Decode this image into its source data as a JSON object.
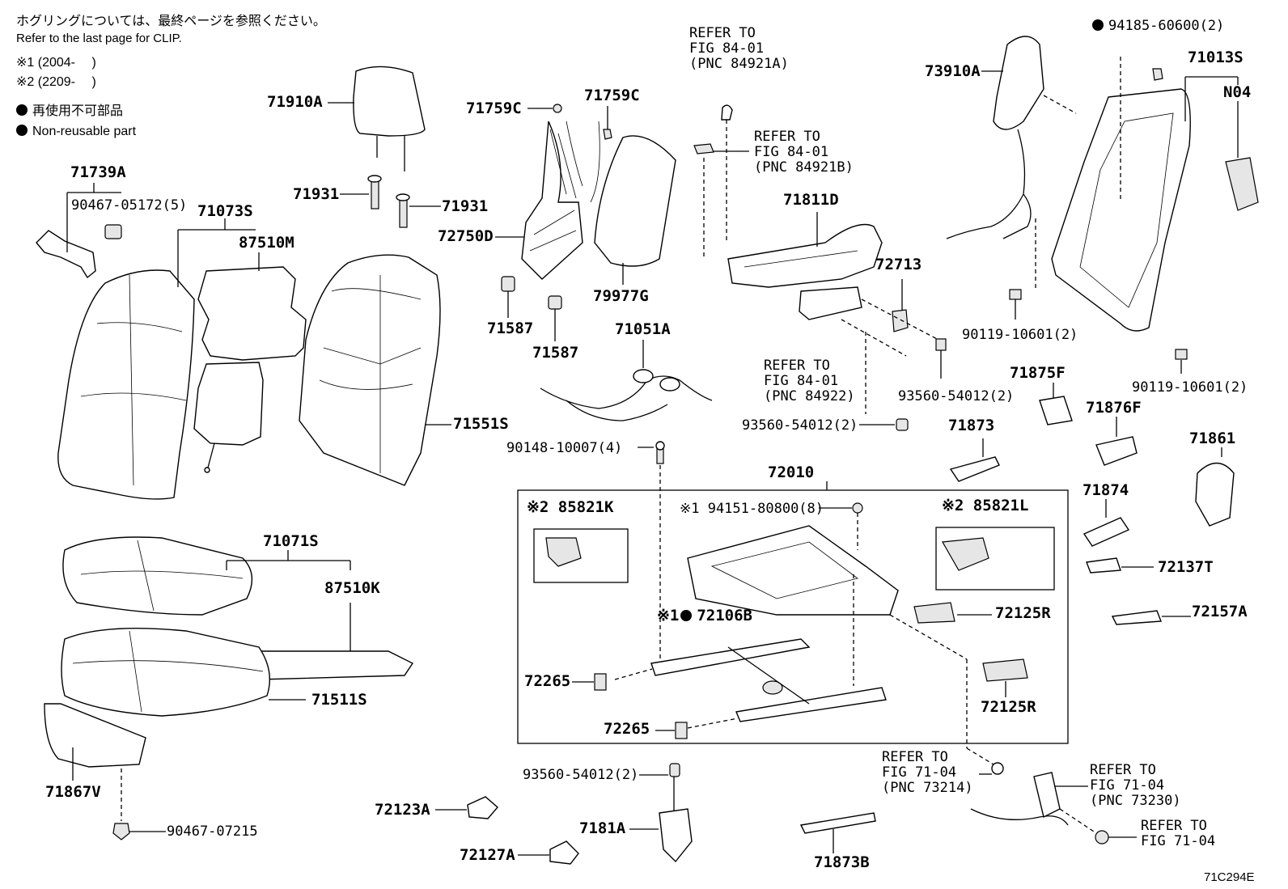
{
  "notes": {
    "clip_ja": "ホグリングについては、最終ページを参照ください。",
    "clip_en": "Refer to the last page for CLIP.",
    "period1": "※1 (2004-　 )",
    "period2": "※2 (2209-　 )",
    "nonreusable_ja": "再使用不可部品",
    "nonreusable_en": "Non-reusable part"
  },
  "diagram_id": "71C294E",
  "labels": {
    "p71910A": "71910A",
    "p71931a": "71931",
    "p71931b": "71931",
    "p71739A": "71739A",
    "p90467_05172": "90467-05172(5)",
    "p71073S": "71073S",
    "p87510M": "87510M",
    "p71551S": "71551S",
    "p71759C_a": "71759C",
    "p71759C_b": "71759C",
    "p72750D": "72750D",
    "p79977G": "79977G",
    "p71587a": "71587",
    "p71587b": "71587",
    "p71051A": "71051A",
    "p90148_10007": "90148-10007(4)",
    "ref1_l1": "REFER TO",
    "ref1_l2": "FIG 84-01",
    "ref1_l3": "(PNC 84921A)",
    "ref2_l1": "REFER TO",
    "ref2_l2": "FIG 84-01",
    "ref2_l3": "(PNC 84921B)",
    "p71811D": "71811D",
    "p72713": "72713",
    "ref3_l1": "REFER TO",
    "ref3_l2": "FIG 84-01",
    "ref3_l3": "(PNC 84922)",
    "p93560_54012a": "93560-54012(2)",
    "p93560_54012b": "93560-54012(2)",
    "p73910A": "73910A",
    "p94185_60600": "94185-60600(2)",
    "p71013S": "71013S",
    "pN04": "N04",
    "p90119_10601a": "90119-10601(2)",
    "p90119_10601b": "90119-10601(2)",
    "p71875F": "71875F",
    "p71873": "71873",
    "p71876F": "71876F",
    "p71861": "71861",
    "p71874": "71874",
    "p72137T": "72137T",
    "p72157A": "72157A",
    "p72010": "72010",
    "p85821K": "※2 85821K",
    "p94151_80800": "※1 94151-80800(8)",
    "p85821L": "※2 85821L",
    "p72106B_mark": "※1",
    "p72106B": "72106B",
    "p72125R_a": "72125R",
    "p72125R_b": "72125R",
    "p72265a": "72265",
    "p72265b": "72265",
    "p71071S": "71071S",
    "p87510K": "87510K",
    "p71511S": "71511S",
    "p71867V": "71867V",
    "p90467_07215": "90467-07215",
    "p93560_54012c": "93560-54012(2)",
    "p72123A": "72123A",
    "p7181A": "7181A",
    "p72127A": "72127A",
    "p71873B": "71873B",
    "ref4_l1": "REFER TO",
    "ref4_l2": "FIG 71-04",
    "ref4_l3": "(PNC 73214)",
    "ref5_l1": "REFER TO",
    "ref5_l2": "FIG 71-04",
    "ref5_l3": "(PNC 73230)",
    "ref6_l1": "REFER TO",
    "ref6_l2": "FIG 71-04"
  }
}
